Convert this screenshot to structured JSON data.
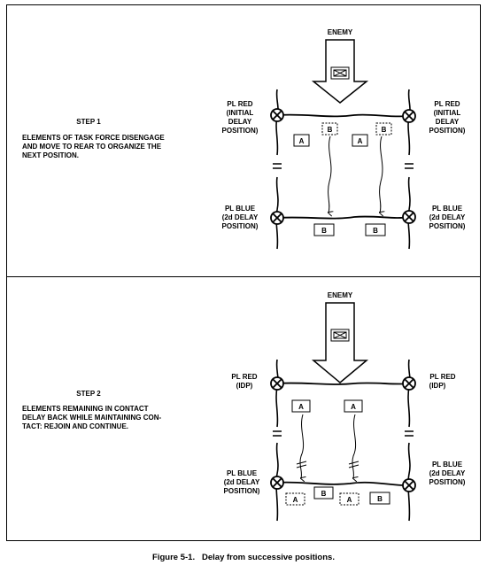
{
  "steps": [
    {
      "title": "STEP 1",
      "text_lines": [
        "ELEMENTS OF TASK FORCE DISENGAGE",
        "AND MOVE TO REAR TO ORGANIZE THE",
        "NEXT POSITION."
      ],
      "enemy_label": "ENEMY",
      "pl_red_left": [
        "PL RED",
        "(INITIAL",
        "DELAY",
        "POSITION)"
      ],
      "pl_red_right": [
        "PL RED",
        "(INITIAL",
        "DELAY",
        "POSITION)"
      ],
      "pl_blue_left": [
        "PL BLUE",
        "(2d DELAY",
        "POSITION)"
      ],
      "pl_blue_right": [
        "PL BLUE",
        "(2d DELAY",
        "POSITION)"
      ],
      "units": {
        "a1": "A",
        "b1": "B",
        "a2": "A",
        "b2": "B",
        "b3": "B",
        "b4": "B"
      }
    },
    {
      "title": "STEP 2",
      "text_lines": [
        "ELEMENTS REMAINING IN CONTACT",
        "DELAY BACK WHILE MAINTAINING CON-",
        "TACT: REJOIN AND CONTINUE."
      ],
      "enemy_label": "ENEMY",
      "pl_red_left": [
        "PL RED",
        "(IDP)"
      ],
      "pl_red_right": [
        "PL RED",
        "(IDP)"
      ],
      "pl_blue_left": [
        "PL BLUE",
        "(2d DELAY",
        "POSITION)"
      ],
      "pl_blue_right": [
        "PL BLUE",
        "(2d DELAY",
        "POSITION)"
      ],
      "units": {
        "a1": "A",
        "a2": "A",
        "a3": "A",
        "b1": "B",
        "a4": "A",
        "b2": "B"
      }
    }
  ],
  "caption": "Figure 5-1.   Delay from successive positions."
}
